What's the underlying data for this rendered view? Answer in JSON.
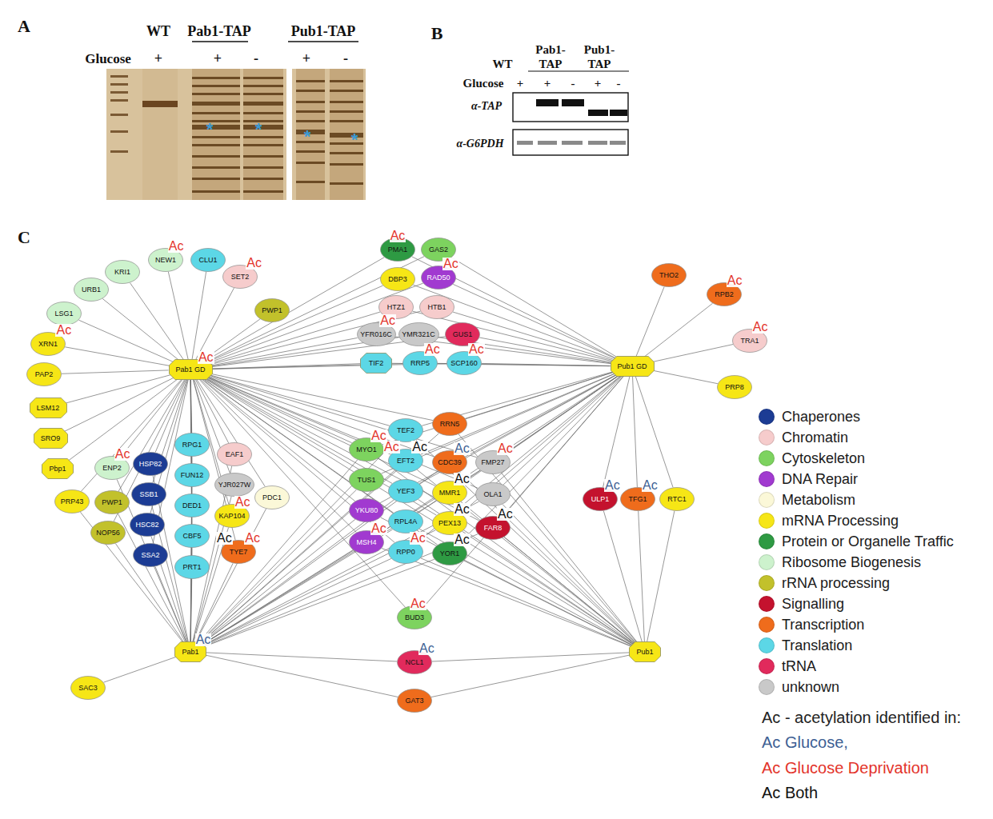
{
  "diagram": {
    "nodes": [
      {
        "text": [
          "Pab1 GD",
          "Ac"
        ]
      },
      {
        "text": [
          "Pub1 GD"
        ]
      },
      {
        "text": [
          "Pab1",
          "Ac"
        ]
      },
      {
        "text": [
          "Pub1"
        ]
      },
      {
        "text": [
          "NEW1",
          "Ac"
        ]
      },
      {
        "text": [
          "CLU1"
        ]
      },
      {
        "text": [
          "SET2",
          "Ac"
        ]
      },
      {
        "text": [
          "PWP1"
        ]
      },
      {
        "text": [
          "KRI1"
        ]
      },
      {
        "text": [
          "URB1"
        ]
      },
      {
        "text": [
          "LSG1"
        ]
      },
      {
        "text": [
          "XRN1",
          "Ac"
        ]
      },
      {
        "text": [
          "PAP2"
        ]
      },
      {
        "text": [
          "LSM12"
        ]
      },
      {
        "text": [
          "SRO9"
        ]
      },
      {
        "text": [
          "Pbp1"
        ]
      },
      {
        "text": [
          "PRP43"
        ]
      },
      {
        "text": [
          "ENP2",
          "Ac"
        ]
      },
      {
        "text": [
          "HSP82"
        ]
      },
      {
        "text": [
          "SSB1"
        ]
      },
      {
        "text": [
          "HSC82"
        ]
      },
      {
        "text": [
          "SSA2"
        ]
      },
      {
        "text": [
          "PWP1"
        ]
      },
      {
        "text": [
          "NOP56"
        ]
      },
      {
        "text": [
          "RPG1"
        ]
      },
      {
        "text": [
          "FUN12"
        ]
      },
      {
        "text": [
          "DED1"
        ]
      },
      {
        "text": [
          "CBF5"
        ]
      },
      {
        "text": [
          "PRT1"
        ]
      },
      {
        "text": [
          "EAF1"
        ]
      },
      {
        "text": [
          "YJR027W"
        ]
      },
      {
        "text": [
          "PDC1"
        ]
      },
      {
        "text": [
          "KAP104",
          "Ac"
        ]
      },
      {
        "text": [
          "TYE7",
          "Ac",
          "Ac"
        ]
      },
      {
        "text": [
          "SAC3"
        ]
      },
      {
        "text": [
          "PMA1",
          "Ac"
        ]
      },
      {
        "text": [
          "GAS2"
        ]
      },
      {
        "text": [
          "DBP3"
        ]
      },
      {
        "text": [
          "RAD50",
          "Ac"
        ]
      },
      {
        "text": [
          "HTZ1"
        ]
      },
      {
        "text": [
          "HTB1"
        ]
      },
      {
        "text": [
          "YFR016C",
          "Ac"
        ]
      },
      {
        "text": [
          "YMR321C"
        ]
      },
      {
        "text": [
          "GUS1"
        ]
      },
      {
        "text": [
          "TIF2"
        ]
      },
      {
        "text": [
          "RRP5",
          "Ac"
        ]
      },
      {
        "text": [
          "SCP160",
          "Ac"
        ]
      },
      {
        "text": [
          "TEF2"
        ]
      },
      {
        "text": [
          "RRN5"
        ]
      },
      {
        "text": [
          "MYO1",
          "Ac"
        ]
      },
      {
        "text": [
          "EFT2",
          "Ac",
          "Ac"
        ]
      },
      {
        "text": [
          "CDC39",
          "Ac"
        ]
      },
      {
        "text": [
          "FMP27",
          "Ac"
        ]
      },
      {
        "text": [
          "TUS1"
        ]
      },
      {
        "text": [
          "YEF3"
        ]
      },
      {
        "text": [
          "MMR1",
          "Ac"
        ]
      },
      {
        "text": [
          "OLA1"
        ]
      },
      {
        "text": [
          "YKU80"
        ]
      },
      {
        "text": [
          "RPL4A"
        ]
      },
      {
        "text": [
          "PEX13",
          "Ac"
        ]
      },
      {
        "text": [
          "FAR8",
          "Ac"
        ]
      },
      {
        "text": [
          "MSH4",
          "Ac"
        ]
      },
      {
        "text": [
          "RPP0",
          "Ac"
        ]
      },
      {
        "text": [
          "YOR1",
          "Ac"
        ]
      },
      {
        "text": [
          "BUD3",
          "Ac"
        ]
      },
      {
        "text": [
          "NCL1",
          "Ac"
        ]
      },
      {
        "text": [
          "GAT3"
        ]
      },
      {
        "text": [
          "THO2"
        ]
      },
      {
        "text": [
          "RPB2",
          "Ac"
        ]
      },
      {
        "text": [
          "TRA1",
          "Ac"
        ]
      },
      {
        "text": [
          "PRP8"
        ]
      },
      {
        "text": [
          "ULP1",
          "Ac"
        ]
      },
      {
        "text": [
          "TFG1",
          "Ac"
        ]
      },
      {
        "text": [
          "RTC1"
        ]
      }
    ],
    "edges": [
      {
        "from": 0,
        "to": 4,
        "arrow": "none"
      },
      {
        "from": 0,
        "to": 5,
        "arrow": "none"
      },
      {
        "from": 0,
        "to": 6,
        "arrow": "none"
      },
      {
        "from": 0,
        "to": 7,
        "arrow": "none"
      },
      {
        "from": 0,
        "to": 8,
        "arrow": "none"
      },
      {
        "from": 0,
        "to": 9,
        "arrow": "none"
      },
      {
        "from": 0,
        "to": 10,
        "arrow": "none"
      },
      {
        "from": 0,
        "to": 11,
        "arrow": "none"
      },
      {
        "from": 0,
        "to": 12,
        "arrow": "none"
      },
      {
        "from": 0,
        "to": 13,
        "arrow": "none"
      },
      {
        "from": 0,
        "to": 14,
        "arrow": "none"
      },
      {
        "from": 0,
        "to": 15,
        "arrow": "none"
      },
      {
        "from": 0,
        "to": 16,
        "arrow": "none"
      },
      {
        "from": 0,
        "to": 17,
        "arrow": "none"
      },
      {
        "from": 0,
        "to": 18,
        "arrow": "none"
      },
      {
        "from": 0,
        "to": 19,
        "arrow": "none"
      },
      {
        "from": 0,
        "to": 20,
        "arrow": "none"
      },
      {
        "from": 0,
        "to": 21,
        "arrow": "none"
      },
      {
        "from": 0,
        "to": 22,
        "arrow": "none"
      },
      {
        "from": 0,
        "to": 23,
        "arrow": "none"
      },
      {
        "from": 0,
        "to": 24,
        "arrow": "none"
      },
      {
        "from": 0,
        "to": 25,
        "arrow": "none"
      },
      {
        "from": 0,
        "to": 26,
        "arrow": "none"
      },
      {
        "from": 0,
        "to": 27,
        "arrow": "none"
      },
      {
        "from": 0,
        "to": 28,
        "arrow": "none"
      },
      {
        "from": 0,
        "to": 29,
        "arrow": "none"
      },
      {
        "from": 0,
        "to": 30,
        "arrow": "none"
      },
      {
        "from": 0,
        "to": 31,
        "arrow": "none"
      },
      {
        "from": 0,
        "to": 32,
        "arrow": "none"
      },
      {
        "from": 0,
        "to": 33,
        "arrow": "none"
      },
      {
        "from": 2,
        "to": 16,
        "arrow": "none"
      },
      {
        "from": 2,
        "to": 17,
        "arrow": "none"
      },
      {
        "from": 2,
        "to": 18,
        "arrow": "none"
      },
      {
        "from": 2,
        "to": 19,
        "arrow": "none"
      },
      {
        "from": 2,
        "to": 20,
        "arrow": "none"
      },
      {
        "from": 2,
        "to": 21,
        "arrow": "none"
      },
      {
        "from": 2,
        "to": 22,
        "arrow": "none"
      },
      {
        "from": 2,
        "to": 23,
        "arrow": "none"
      },
      {
        "from": 2,
        "to": 24,
        "arrow": "none"
      },
      {
        "from": 2,
        "to": 25,
        "arrow": "none"
      },
      {
        "from": 2,
        "to": 26,
        "arrow": "none"
      },
      {
        "from": 2,
        "to": 27,
        "arrow": "none"
      },
      {
        "from": 2,
        "to": 28,
        "arrow": "none"
      },
      {
        "from": 2,
        "to": 29,
        "arrow": "none"
      },
      {
        "from": 2,
        "to": 30,
        "arrow": "none"
      },
      {
        "from": 2,
        "to": 31,
        "arrow": "none"
      },
      {
        "from": 2,
        "to": 32,
        "arrow": "none"
      },
      {
        "from": 2,
        "to": 33,
        "arrow": "none"
      },
      {
        "from": 2,
        "to": 34,
        "arrow": "none"
      },
      {
        "from": 0,
        "to": 35,
        "arrow": "none"
      },
      {
        "from": 0,
        "to": 36,
        "arrow": "none"
      },
      {
        "from": 0,
        "to": 37,
        "arrow": "none"
      },
      {
        "from": 0,
        "to": 38,
        "arrow": "none"
      },
      {
        "from": 0,
        "to": 39,
        "arrow": "none"
      },
      {
        "from": 0,
        "to": 40,
        "arrow": "none"
      },
      {
        "from": 0,
        "to": 41,
        "arrow": "none"
      },
      {
        "from": 0,
        "to": 42,
        "arrow": "none"
      },
      {
        "from": 0,
        "to": 43,
        "arrow": "none"
      },
      {
        "from": 0,
        "to": 44,
        "arrow": "none"
      },
      {
        "from": 0,
        "to": 45,
        "arrow": "none"
      },
      {
        "from": 0,
        "to": 46,
        "arrow": "none"
      },
      {
        "from": 1,
        "to": 35,
        "arrow": "none"
      },
      {
        "from": 1,
        "to": 36,
        "arrow": "none"
      },
      {
        "from": 1,
        "to": 37,
        "arrow": "none"
      },
      {
        "from": 1,
        "to": 38,
        "arrow": "none"
      },
      {
        "from": 1,
        "to": 39,
        "arrow": "none"
      },
      {
        "from": 1,
        "to": 40,
        "arrow": "none"
      },
      {
        "from": 1,
        "to": 41,
        "arrow": "none"
      },
      {
        "from": 1,
        "to": 42,
        "arrow": "none"
      },
      {
        "from": 1,
        "to": 43,
        "arrow": "none"
      },
      {
        "from": 1,
        "to": 44,
        "arrow": "none"
      },
      {
        "from": 1,
        "to": 45,
        "arrow": "none"
      },
      {
        "from": 1,
        "to": 46,
        "arrow": "none"
      },
      {
        "from": 0,
        "to": 47,
        "arrow": "none"
      },
      {
        "from": 0,
        "to": 48,
        "arrow": "none"
      },
      {
        "from": 0,
        "to": 49,
        "arrow": "none"
      },
      {
        "from": 0,
        "to": 50,
        "arrow": "none"
      },
      {
        "from": 0,
        "to": 51,
        "arrow": "none"
      },
      {
        "from": 0,
        "to": 52,
        "arrow": "none"
      },
      {
        "from": 0,
        "to": 53,
        "arrow": "none"
      },
      {
        "from": 0,
        "to": 54,
        "arrow": "none"
      },
      {
        "from": 0,
        "to": 55,
        "arrow": "none"
      },
      {
        "from": 0,
        "to": 56,
        "arrow": "none"
      },
      {
        "from": 0,
        "to": 57,
        "arrow": "none"
      },
      {
        "from": 0,
        "to": 58,
        "arrow": "none"
      },
      {
        "from": 0,
        "to": 59,
        "arrow": "none"
      },
      {
        "from": 0,
        "to": 60,
        "arrow": "none"
      },
      {
        "from": 0,
        "to": 61,
        "arrow": "none"
      },
      {
        "from": 0,
        "to": 62,
        "arrow": "none"
      },
      {
        "from": 0,
        "to": 63,
        "arrow": "none"
      },
      {
        "from": 1,
        "to": 47,
        "arrow": "none"
      },
      {
        "from": 1,
        "to": 48,
        "arrow": "none"
      },
      {
        "from": 1,
        "to": 49,
        "arrow": "none"
      },
      {
        "from": 1,
        "to": 50,
        "arrow": "none"
      },
      {
        "from": 1,
        "to": 51,
        "arrow": "none"
      },
      {
        "from": 1,
        "to": 52,
        "arrow": "none"
      },
      {
        "from": 1,
        "to": 53,
        "arrow": "none"
      },
      {
        "from": 1,
        "to": 54,
        "arrow": "none"
      },
      {
        "from": 1,
        "to": 55,
        "arrow": "none"
      },
      {
        "from": 1,
        "to": 56,
        "arrow": "none"
      },
      {
        "from": 1,
        "to": 57,
        "arrow": "none"
      },
      {
        "from": 1,
        "to": 58,
        "arrow": "none"
      },
      {
        "from": 1,
        "to": 59,
        "arrow": "none"
      },
      {
        "from": 1,
        "to": 60,
        "arrow": "none"
      },
      {
        "from": 1,
        "to": 61,
        "arrow": "none"
      },
      {
        "from": 1,
        "to": 62,
        "arrow": "none"
      },
      {
        "from": 1,
        "to": 63,
        "arrow": "none"
      },
      {
        "from": 2,
        "to": 47,
        "arrow": "none"
      },
      {
        "from": 2,
        "to": 48,
        "arrow": "none"
      },
      {
        "from": 2,
        "to": 49,
        "arrow": "none"
      },
      {
        "from": 2,
        "to": 50,
        "arrow": "none"
      },
      {
        "from": 2,
        "to": 51,
        "arrow": "none"
      },
      {
        "from": 2,
        "to": 52,
        "arrow": "none"
      },
      {
        "from": 2,
        "to": 53,
        "arrow": "none"
      },
      {
        "from": 2,
        "to": 54,
        "arrow": "none"
      },
      {
        "from": 2,
        "to": 55,
        "arrow": "none"
      },
      {
        "from": 2,
        "to": 56,
        "arrow": "none"
      },
      {
        "from": 2,
        "to": 57,
        "arrow": "none"
      },
      {
        "from": 2,
        "to": 58,
        "arrow": "none"
      },
      {
        "from": 2,
        "to": 59,
        "arrow": "none"
      },
      {
        "from": 2,
        "to": 60,
        "arrow": "none"
      },
      {
        "from": 2,
        "to": 61,
        "arrow": "none"
      },
      {
        "from": 2,
        "to": 62,
        "arrow": "none"
      },
      {
        "from": 2,
        "to": 63,
        "arrow": "none"
      },
      {
        "from": 3,
        "to": 47,
        "arrow": "none"
      },
      {
        "from": 3,
        "to": 48,
        "arrow": "none"
      },
      {
        "from": 3,
        "to": 49,
        "arrow": "none"
      },
      {
        "from": 3,
        "to": 50,
        "arrow": "none"
      },
      {
        "from": 3,
        "to": 51,
        "arrow": "none"
      },
      {
        "from": 3,
        "to": 52,
        "arrow": "none"
      },
      {
        "from": 3,
        "to": 53,
        "arrow": "none"
      },
      {
        "from": 3,
        "to": 54,
        "arrow": "none"
      },
      {
        "from": 3,
        "to": 55,
        "arrow": "none"
      },
      {
        "from": 3,
        "to": 56,
        "arrow": "none"
      },
      {
        "from": 3,
        "to": 57,
        "arrow": "none"
      },
      {
        "from": 3,
        "to": 58,
        "arrow": "none"
      },
      {
        "from": 3,
        "to": 59,
        "arrow": "none"
      },
      {
        "from": 3,
        "to": 60,
        "arrow": "none"
      },
      {
        "from": 3,
        "to": 61,
        "arrow": "none"
      },
      {
        "from": 3,
        "to": 62,
        "arrow": "none"
      },
      {
        "from": 3,
        "to": 63,
        "arrow": "none"
      },
      {
        "from": 0,
        "to": 64,
        "arrow": "none"
      },
      {
        "from": 1,
        "to": 64,
        "arrow": "none"
      },
      {
        "from": 2,
        "to": 65,
        "arrow": "none"
      },
      {
        "from": 3,
        "to": 65,
        "arrow": "none"
      },
      {
        "from": 2,
        "to": 66,
        "arrow": "none"
      },
      {
        "from": 3,
        "to": 66,
        "arrow": "none"
      },
      {
        "from": 1,
        "to": 67,
        "arrow": "none"
      },
      {
        "from": 1,
        "to": 68,
        "arrow": "none"
      },
      {
        "from": 1,
        "to": 69,
        "arrow": "none"
      },
      {
        "from": 1,
        "to": 70,
        "arrow": "none"
      },
      {
        "from": 1,
        "to": 71,
        "arrow": "none"
      },
      {
        "from": 1,
        "to": 72,
        "arrow": "none"
      },
      {
        "from": 1,
        "to": 73,
        "arrow": "none"
      },
      {
        "from": 3,
        "to": 71,
        "arrow": "none"
      },
      {
        "from": 3,
        "to": 72,
        "arrow": "none"
      },
      {
        "from": 3,
        "to": 73,
        "arrow": "none"
      }
    ],
    "labels": [
      "A",
      "WT",
      "Pab1-TAP",
      "Pub1-TAP",
      "Glucose",
      "+",
      "+",
      "-",
      "+",
      "-",
      "*",
      "*",
      "*",
      "*",
      "B",
      "WT",
      "Pab1-",
      "TAP",
      "Pub1-",
      "TAP",
      "Glucose",
      "+",
      "+",
      "-",
      "+",
      "-",
      "α-TAP",
      "α-G6PDH",
      "C",
      "Ac - acetylation identified in:",
      "Ac Glucose,",
      "Ac Glucose Deprivation",
      "Ac Both"
    ],
    "legend": [
      {
        "text": "Chaperones",
        "color": "#1c3c94"
      },
      {
        "text": "Chromatin",
        "color": "#f6cccc"
      },
      {
        "text": "Cytoskeleton",
        "color": "#7dd35f"
      },
      {
        "text": "DNA Repair",
        "color": "#a13ad0"
      },
      {
        "text": "Metabolism",
        "color": "#fbf8d8"
      },
      {
        "text": "mRNA Processing",
        "color": "#f6e616"
      },
      {
        "text": "Protein or Organelle Traffic",
        "color": "#2e9a43"
      },
      {
        "text": "Ribosome Biogenesis",
        "color": "#cdf2cd"
      },
      {
        "text": "rRNA processing",
        "color": "#c2c12b"
      },
      {
        "text": "Signalling",
        "color": "#c4122e"
      },
      {
        "text": "Transcription",
        "color": "#ef6c1c"
      },
      {
        "text": "Translation",
        "color": "#5cd7e6"
      },
      {
        "text": "tRNA",
        "color": "#e12a5c"
      },
      {
        "text": "unknown",
        "color": "#c9c9c9"
      }
    ]
  }
}
